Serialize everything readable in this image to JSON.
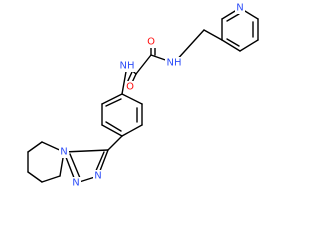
{
  "colors": {
    "bond": "#000000",
    "oxygen": "#ff0d0d",
    "nitrogen": "#3050f8"
  },
  "atoms": {
    "oxygen_top": "O",
    "oxygen_bottom": "O",
    "nh_right": "NH",
    "nh_left": "NH",
    "n_pyridine": "N",
    "n_triazole_fused": "N",
    "n_triazole_a": "N",
    "n_triazole_b": "N"
  }
}
